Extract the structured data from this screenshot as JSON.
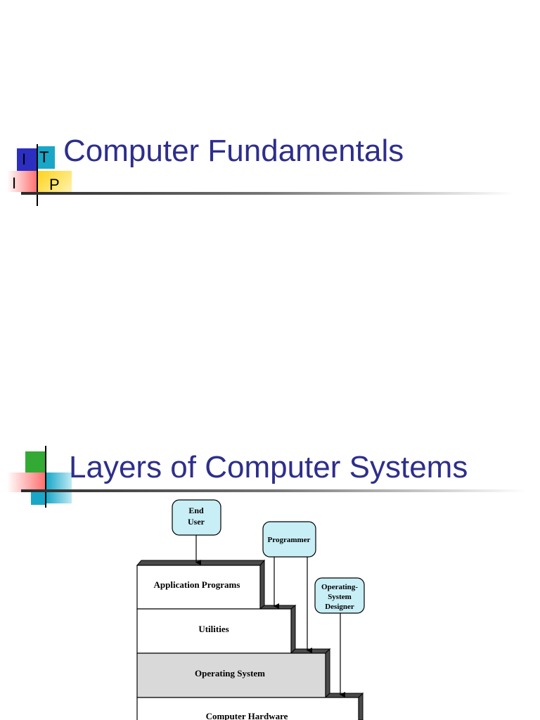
{
  "slide1": {
    "title": "Computer Fundamentals",
    "logo": {
      "letters": [
        "I",
        "T",
        "I",
        "P"
      ]
    }
  },
  "slide2": {
    "title": "Layers of Computer Systems",
    "diagram": {
      "actors": {
        "end_user_line1": "End",
        "end_user_line2": "User",
        "programmer": "Programmer",
        "os_designer_line1": "Operating-",
        "os_designer_line2": "System",
        "os_designer_line3": "Designer"
      },
      "layers": [
        "Application Programs",
        "Utilities",
        "Operating System",
        "Computer Hardware"
      ]
    }
  },
  "colors": {
    "title": "#2e2e8c",
    "actor_fill": "#c8eef6",
    "os_layer_fill": "#d9d9d9",
    "step_shadow": "#4a4a4a"
  }
}
